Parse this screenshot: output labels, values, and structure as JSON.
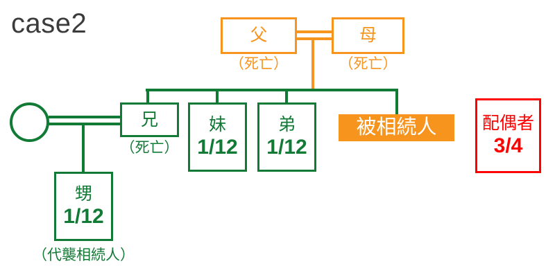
{
  "title": "case2",
  "colors": {
    "orange": "#F7941D",
    "green": "#117A35",
    "red": "#FF0000",
    "title_gray": "#3B3B3B",
    "background": "#FFFFFF"
  },
  "nodes": {
    "father": {
      "name": "父",
      "caption": "（死亡）",
      "share": ""
    },
    "mother": {
      "name": "母",
      "caption": "（死亡）",
      "share": ""
    },
    "elder_brother": {
      "name": "兄",
      "caption": "（死亡）",
      "share": ""
    },
    "younger_sister": {
      "name": "妹",
      "caption": "",
      "share": "1/12"
    },
    "younger_brother": {
      "name": "弟",
      "caption": "",
      "share": "1/12"
    },
    "decedent": {
      "name": "被相続人",
      "caption": "",
      "share": ""
    },
    "spouse": {
      "name": "配偶者",
      "caption": "",
      "share": "3/4"
    },
    "nephew": {
      "name": "甥",
      "caption": "（代襲相続人）",
      "share": "1/12"
    },
    "brother_spouse": {
      "name": "",
      "caption": "",
      "share": ""
    }
  }
}
